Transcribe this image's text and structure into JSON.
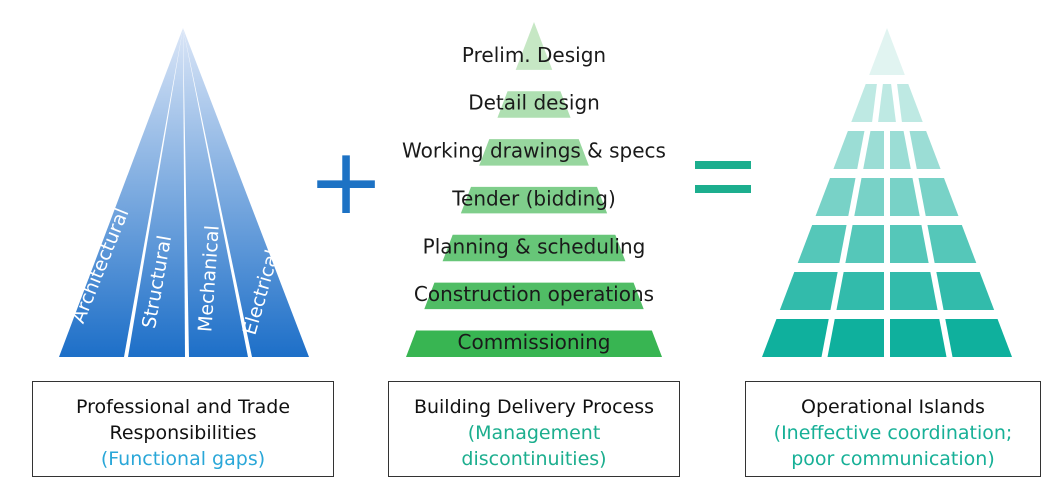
{
  "left_pyramid": {
    "labels": [
      "Architectural",
      "Structural",
      "Mechanical",
      "Electrical"
    ],
    "color_top": "#dbe6f7",
    "color_bottom": "#1d6fc8"
  },
  "plus_sign": "+",
  "middle_pyramid": {
    "stages": [
      "Prelim. Design",
      "Detail design",
      "Working drawings & specs",
      "Tender (bidding)",
      "Planning & scheduling",
      "Construction operations",
      "Commissioning"
    ],
    "color_top": "#c6e7c4",
    "color_bottom": "#38b552"
  },
  "equals_sign": "=",
  "right_pyramid": {
    "rows": 7,
    "color_top": "#e1f4f1",
    "color_bottom": "#0fb09d"
  },
  "captions": {
    "left": {
      "line1": "Professional and Trade",
      "line2": "Responsibilities",
      "sub": "(Functional gaps)"
    },
    "middle": {
      "line1": "Building Delivery Process",
      "sub1": "(Management",
      "sub2": "discontinuities)"
    },
    "right": {
      "line1": "Operational Islands",
      "sub1": "(Ineffective coordination;",
      "sub2": "poor communication)"
    }
  }
}
